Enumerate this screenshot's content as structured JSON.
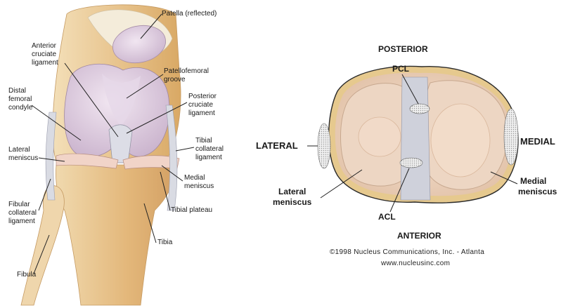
{
  "left_figure": {
    "labels": {
      "patella": "Patella (reflected)",
      "acl_line1": "Anterior",
      "acl_line2": "cruciate",
      "acl_line3": "ligament",
      "pf_line1": "Patellofemoral",
      "pf_line2": "groove",
      "dfc_line1": "Distal",
      "dfc_line2": "femoral",
      "dfc_line3": "condyle",
      "pcl_line1": "Posterior",
      "pcl_line2": "cruciate",
      "pcl_line3": "ligament",
      "lat_men_line1": "Lateral",
      "lat_men_line2": "meniscus",
      "tcl_line1": "Tibial",
      "tcl_line2": "collateral",
      "tcl_line3": "ligament",
      "med_men_line1": "Medial",
      "med_men_line2": "meniscus",
      "fcl_line1": "Fibular",
      "fcl_line2": "collateral",
      "fcl_line3": "ligament",
      "tibial_plateau": "Tibial plateau",
      "tibia": "Tibia",
      "fibula": "Fibula"
    }
  },
  "right_figure": {
    "labels": {
      "posterior": "POSTERIOR",
      "pcl": "PCL",
      "lateral": "LATERAL",
      "medial": "MEDIAL",
      "lat_men_line1": "Lateral",
      "lat_men_line2": "meniscus",
      "med_men_line1": "Medial",
      "med_men_line2": "meniscus",
      "acl": "ACL",
      "anterior": "ANTERIOR"
    }
  },
  "credit": {
    "line1": "©1998 Nucleus Communications, Inc. - Atlanta",
    "line2": "www.nucleusinc.com"
  },
  "colors": {
    "bone": "#ecd3a6",
    "bone_dark": "#d9a965",
    "cartilage": "#d8c6da",
    "meniscus": "#efd3c6",
    "ligament": "#d7d9e2"
  }
}
